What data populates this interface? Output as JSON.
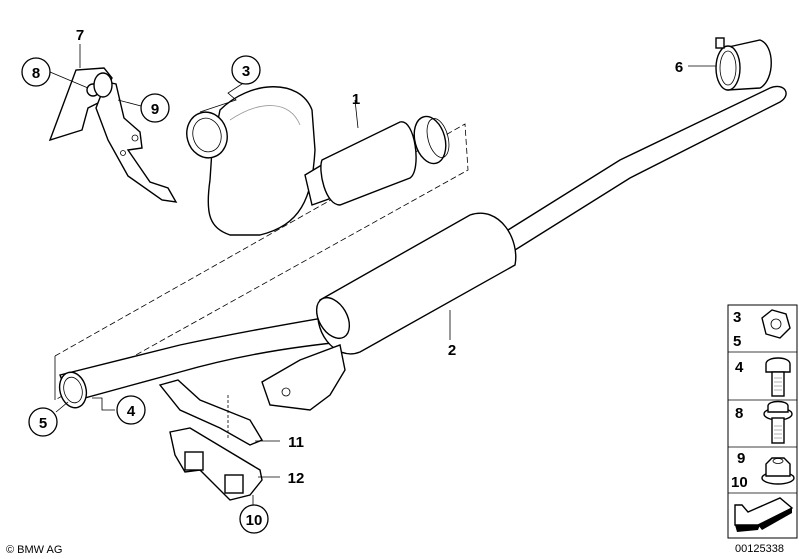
{
  "callouts": {
    "c1": "1",
    "c2": "2",
    "c3": "3",
    "c4": "4",
    "c5": "5",
    "c6": "6",
    "c7": "7",
    "c8": "8",
    "c9": "9",
    "c10": "10",
    "c11": "11",
    "c12": "12"
  },
  "legend": {
    "rows": [
      {
        "labels": [
          "3",
          "5"
        ],
        "part": "hex-nut"
      },
      {
        "labels": [
          "4"
        ],
        "part": "flange-bolt"
      },
      {
        "labels": [
          "8"
        ],
        "part": "bolt-with-washer"
      },
      {
        "labels": [
          "9",
          "10"
        ],
        "part": "flange-nut"
      },
      {
        "labels": [],
        "part": "direction-arrow"
      }
    ]
  },
  "copyright": "© BMW AG",
  "diagram_number": "00125338"
}
